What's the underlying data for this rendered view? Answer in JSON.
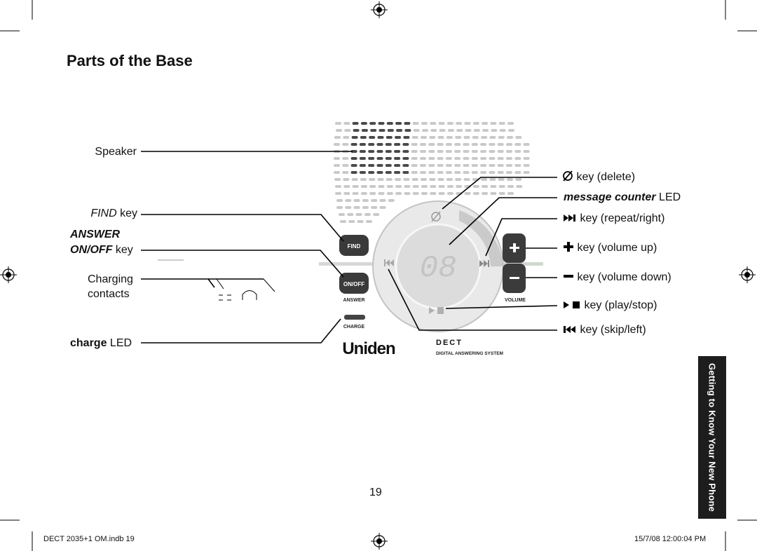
{
  "page": {
    "title": "Parts of the Base",
    "page_number": "19",
    "side_tab": "Getting to Know Your New Phone",
    "footer_left": "DECT 2035+1 OM.indb   19",
    "footer_right": "15/7/08   12:00:04 PM"
  },
  "left_labels": {
    "speaker": "Speaker",
    "find_em": "FIND",
    "find_rest": " key",
    "answer_em": "ANSWER",
    "onoff_em": "ON/OFF",
    "onoff_rest": " key",
    "charging_line1": "Charging",
    "charging_line2": "contacts",
    "charge_em": "charge",
    "charge_rest": " LED"
  },
  "right_labels": {
    "delete": "key (delete)",
    "message_counter_em": "message counter",
    "message_counter_rest": " LED",
    "repeat": "key (repeat/right)",
    "volume_up": "key (volume up)",
    "volume_down": "key (volume down)",
    "play_stop": "key (play/stop)",
    "skip": "key (skip/left)"
  },
  "device": {
    "find_button": "FIND",
    "onoff_button": "ON/OFF",
    "answer_caption": "ANSWER",
    "charge_caption": "CHARGE",
    "volume_caption": "VOLUME",
    "counter_display": "08",
    "brand": "Uniden",
    "dect_logo": "DECT",
    "dect_subtitle": "DIGITAL ANSWERING SYSTEM"
  },
  "icons": {
    "delete": "delete-icon",
    "repeat": "repeat-right-icon",
    "plus": "plus-icon",
    "minus": "minus-icon",
    "play_stop": "play-stop-icon",
    "skip": "skip-left-icon",
    "registration": "registration-mark-icon"
  }
}
